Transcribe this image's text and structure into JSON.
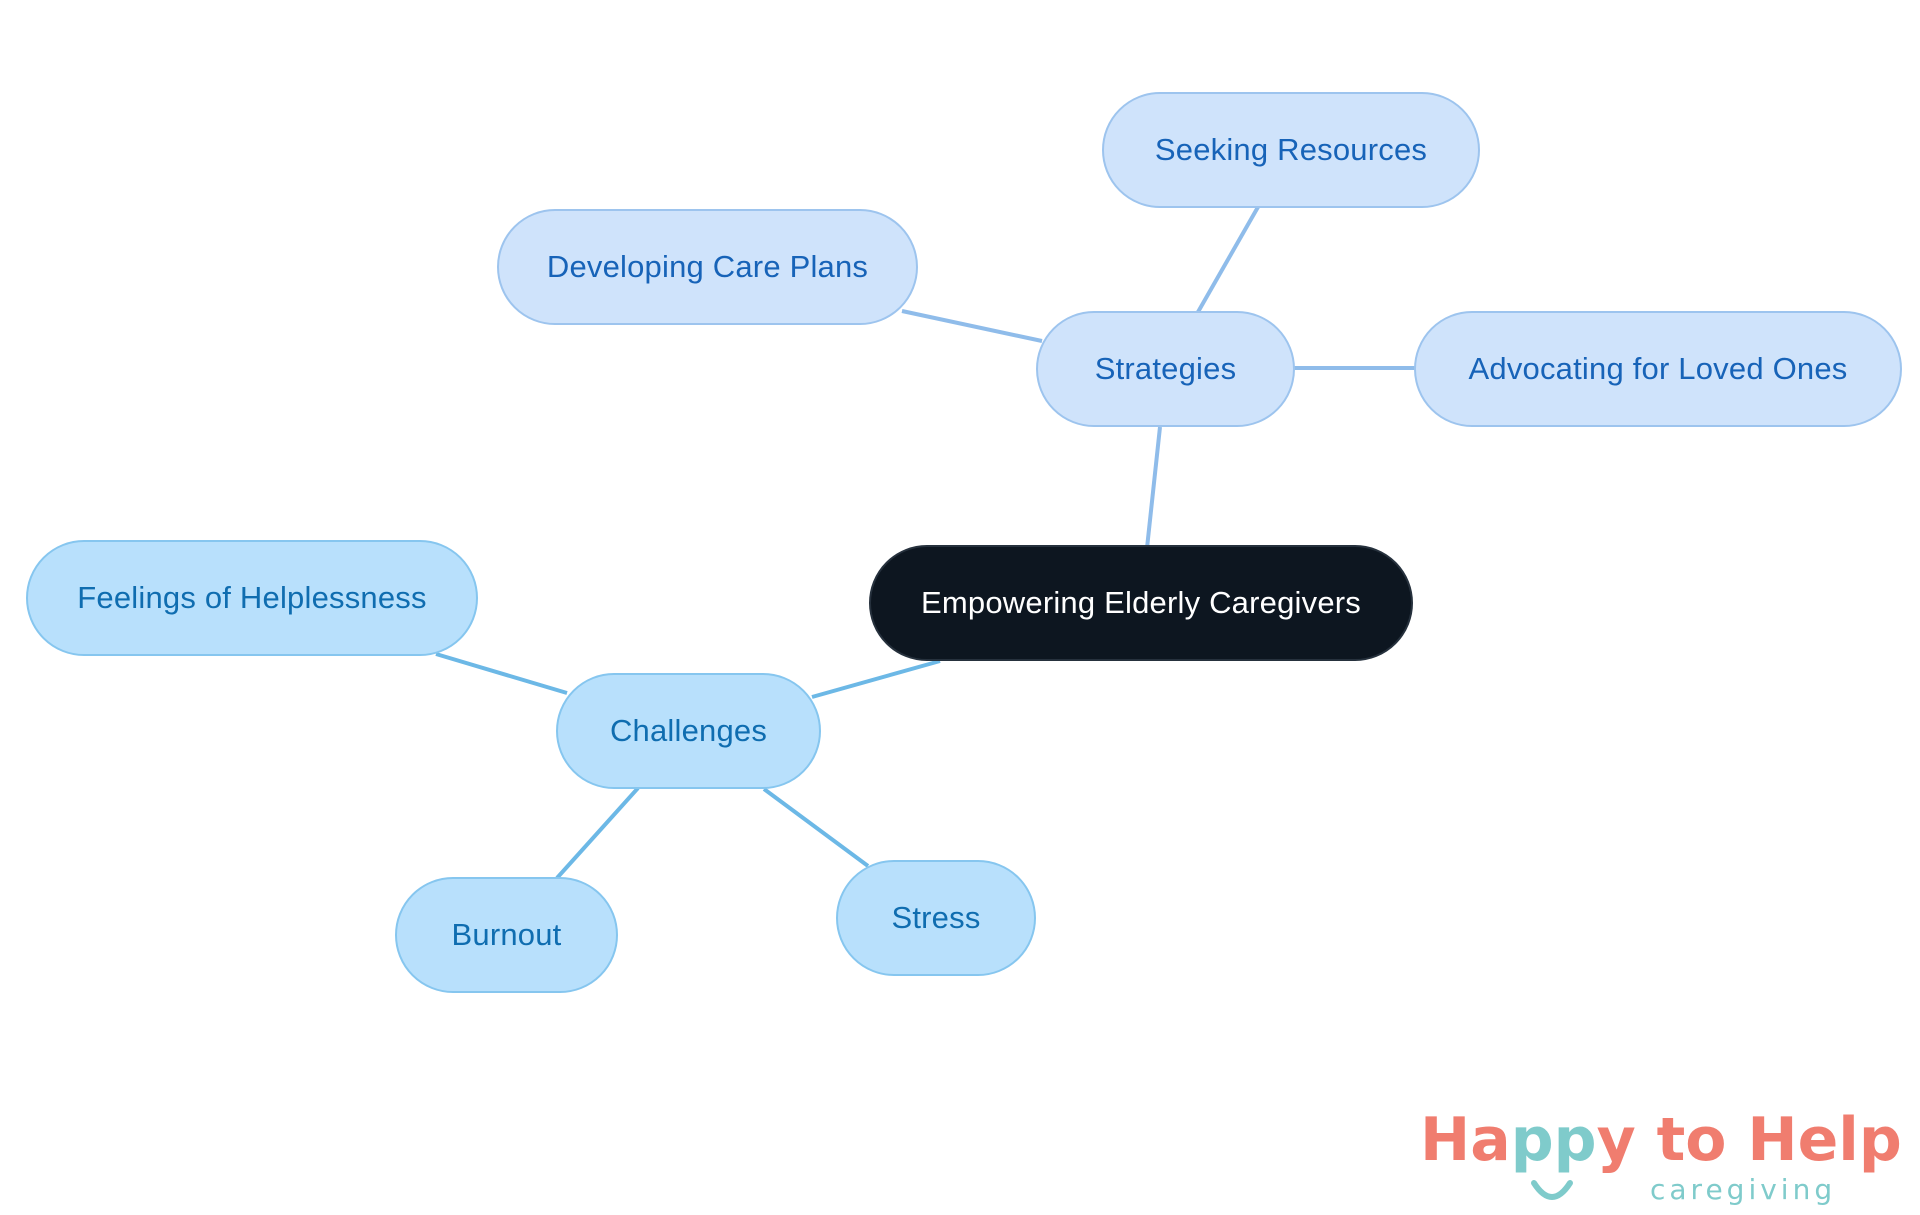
{
  "diagram": {
    "root": {
      "label": "Empowering Elderly Caregivers"
    },
    "branches": [
      {
        "label": "Strategies",
        "children": [
          "Seeking Resources",
          "Developing Care Plans",
          "Advocating for Loved Ones"
        ]
      },
      {
        "label": "Challenges",
        "children": [
          "Feelings of Helplessness",
          "Burnout",
          "Stress"
        ]
      }
    ]
  },
  "logo": {
    "line1_a": "Ha",
    "line1_b": "pp",
    "line1_c": "y to Help",
    "line2": "caregiving"
  },
  "colors": {
    "root_fill": "#0d1620",
    "strategy_fill": "#cfe3fb",
    "challenge_fill": "#b8e0fc",
    "strategy_edge": "#8fbcea",
    "challenge_edge": "#6cb8e6",
    "logo_coral": "#f07d6f",
    "logo_teal": "#7fcbcb"
  }
}
